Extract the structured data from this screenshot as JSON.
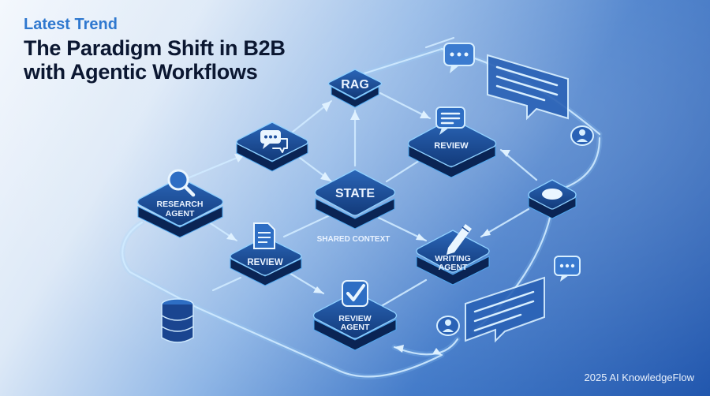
{
  "header": {
    "kicker": "Latest Trend",
    "title_line1": "The Paradigm Shift in B2B",
    "title_line2": "with Agentic Workflows"
  },
  "footer": {
    "credit": "2025 AI KnowledgeFlow"
  },
  "diagram": {
    "nodes": [
      {
        "id": "rag",
        "label": "RAG",
        "icon": "none"
      },
      {
        "id": "chat",
        "label": "",
        "icon": "chat-bubbles-icon"
      },
      {
        "id": "review-top",
        "label": "REVIEW",
        "icon": "message-icon"
      },
      {
        "id": "research",
        "label_line1": "RESEARCH",
        "label_line2": "AGENT",
        "icon": "magnifier-icon"
      },
      {
        "id": "state",
        "label": "STATE",
        "icon": "none"
      },
      {
        "id": "shared",
        "label": "SHARED CONTEXT"
      },
      {
        "id": "review-left",
        "label": "REVIEW",
        "icon": "document-icon"
      },
      {
        "id": "writing",
        "label_line1": "WRITING",
        "label_line2": "AGENT",
        "icon": "pen-icon"
      },
      {
        "id": "review-agent",
        "label_line1": "REVIEW",
        "label_line2": "AGENT",
        "icon": "checkmark-icon"
      }
    ],
    "decor_icons": [
      "database-icon",
      "chat-bubble-icon",
      "message-panel-icon",
      "user-node-icon",
      "toggle-node-icon"
    ],
    "colors": {
      "tile": "#1d4f9c",
      "tile_edge": "#8fd0ff",
      "flow": "#cfeaff",
      "heading": "#0b1731",
      "accent": "#2f78cf"
    }
  }
}
